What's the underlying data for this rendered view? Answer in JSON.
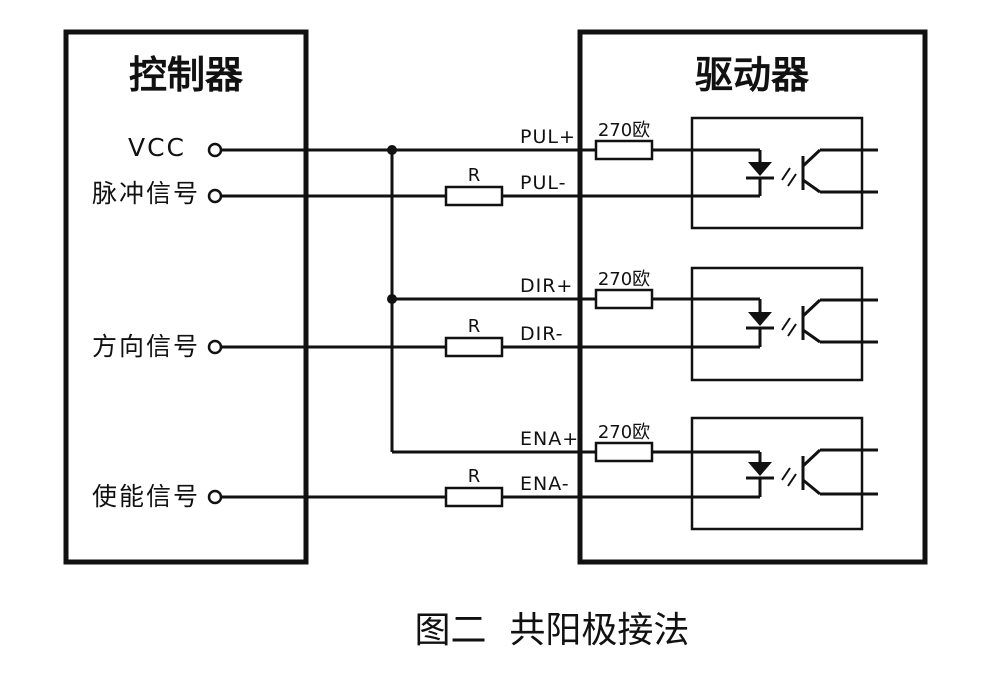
{
  "controller": {
    "title": "控制器",
    "signals": [
      "VCC",
      "脉冲信号",
      "方向信号",
      "使能信号"
    ]
  },
  "driver": {
    "title": "驱动器",
    "pins": [
      "PUL+",
      "PUL-",
      "DIR+",
      "DIR-",
      "ENA+",
      "ENA-"
    ],
    "optocoupler_count": 3
  },
  "resistors": {
    "series_label": "R",
    "input_label": "270欧"
  },
  "caption": "图二  共阳极接法"
}
